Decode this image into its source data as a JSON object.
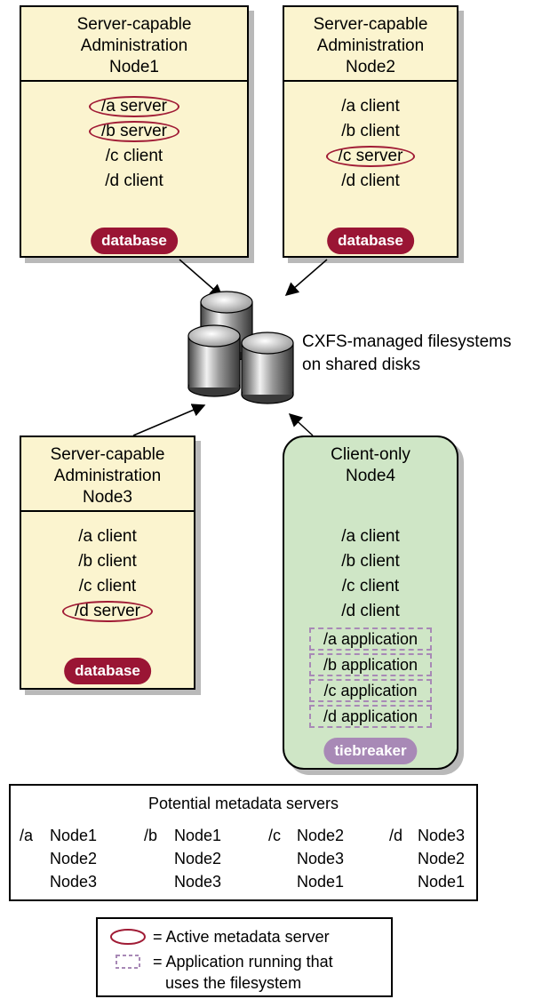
{
  "nodes": {
    "node1": {
      "title": "Server-capable\nAdministration\nNode1",
      "rows": [
        {
          "fs": "/a",
          "role": "server"
        },
        {
          "fs": "/b",
          "role": "server"
        },
        {
          "fs": "/c",
          "role": "client"
        },
        {
          "fs": "/d",
          "role": "client"
        }
      ],
      "badge": "database"
    },
    "node2": {
      "title": "Server-capable\nAdministration\nNode2",
      "rows": [
        {
          "fs": "/a",
          "role": "client"
        },
        {
          "fs": "/b",
          "role": "client"
        },
        {
          "fs": "/c",
          "role": "server"
        },
        {
          "fs": "/d",
          "role": "client"
        }
      ],
      "badge": "database"
    },
    "node3": {
      "title": "Server-capable\nAdministration\nNode3",
      "rows": [
        {
          "fs": "/a",
          "role": "client"
        },
        {
          "fs": "/b",
          "role": "client"
        },
        {
          "fs": "/c",
          "role": "client"
        },
        {
          "fs": "/d",
          "role": "server"
        }
      ],
      "badge": "database"
    },
    "node4": {
      "title": "Client-only\nNode4",
      "rows": [
        {
          "fs": "/a",
          "role": "client"
        },
        {
          "fs": "/b",
          "role": "client"
        },
        {
          "fs": "/c",
          "role": "client"
        },
        {
          "fs": "/d",
          "role": "client"
        }
      ],
      "apps": [
        "/a application",
        "/b application",
        "/c application",
        "/d application"
      ],
      "badge": "tiebreaker"
    }
  },
  "shared_disks_label": "CXFS-managed filesystems\non shared disks",
  "metadata_servers": {
    "title": "Potential metadata servers",
    "columns": [
      {
        "fs": "/a",
        "nodes": [
          "Node1",
          "Node2",
          "Node3"
        ]
      },
      {
        "fs": "/b",
        "nodes": [
          "Node1",
          "Node2",
          "Node3"
        ]
      },
      {
        "fs": "/c",
        "nodes": [
          "Node2",
          "Node3",
          "Node1"
        ]
      },
      {
        "fs": "/d",
        "nodes": [
          "Node3",
          "Node2",
          "Node1"
        ]
      }
    ]
  },
  "key": {
    "active_server": "= Active metadata server",
    "application_line1": "= Application running that",
    "application_line2": "uses the filesystem"
  },
  "colors": {
    "admin_fill": "#fbf4cf",
    "client_fill": "#cfe6c6",
    "server_ring": "#a01b35",
    "database_badge": "#9a1534",
    "tiebreaker_badge": "#a889b6",
    "app_dash": "#a889b6"
  }
}
